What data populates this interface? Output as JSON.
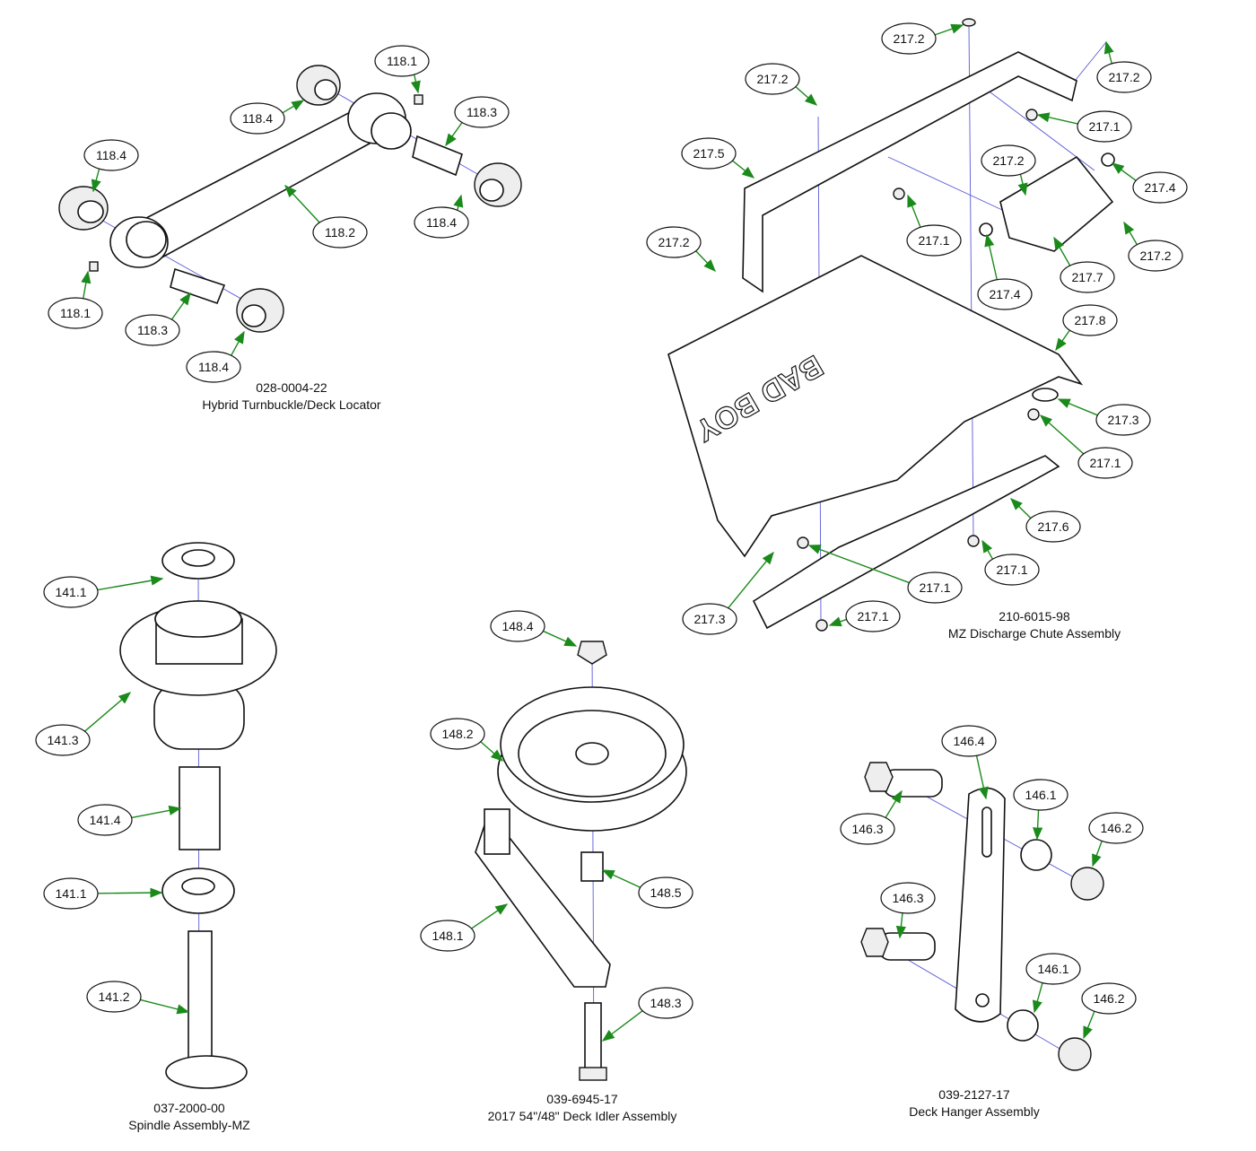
{
  "colors": {
    "callout_arrow": "#1a8a1a",
    "assembly_line": "#5a5ad8",
    "outline": "#111111"
  },
  "assemblies": [
    {
      "part_number": "028-0004-22",
      "name": "Hybrid Turnbuckle/Deck Locator",
      "callouts": [
        "118.1",
        "118.4",
        "118.3",
        "118.4",
        "118.2",
        "118.4",
        "118.1",
        "118.3",
        "118.4"
      ]
    },
    {
      "part_number": "210-6015-98",
      "name": "MZ Discharge Chute Assembly",
      "callouts": [
        "217.2",
        "217.2",
        "217.2",
        "217.1",
        "217.5",
        "217.2",
        "217.4",
        "217.2",
        "217.1",
        "217.4",
        "217.7",
        "217.2",
        "217.8",
        "217.3",
        "217.1",
        "217.6",
        "217.1",
        "217.1",
        "217.3",
        "217.1"
      ]
    },
    {
      "part_number": "037-2000-00",
      "name": "Spindle Assembly-MZ",
      "callouts": [
        "141.1",
        "141.3",
        "141.4",
        "141.1",
        "141.2"
      ]
    },
    {
      "part_number": "039-6945-17",
      "name": "2017 54\"/48\" Deck Idler Assembly",
      "callouts": [
        "148.4",
        "148.2",
        "148.5",
        "148.1",
        "148.3"
      ]
    },
    {
      "part_number": "039-2127-17",
      "name": "Deck Hanger Assembly",
      "callouts": [
        "146.4",
        "146.1",
        "146.2",
        "146.3",
        "146.3",
        "146.1",
        "146.2"
      ]
    }
  ]
}
